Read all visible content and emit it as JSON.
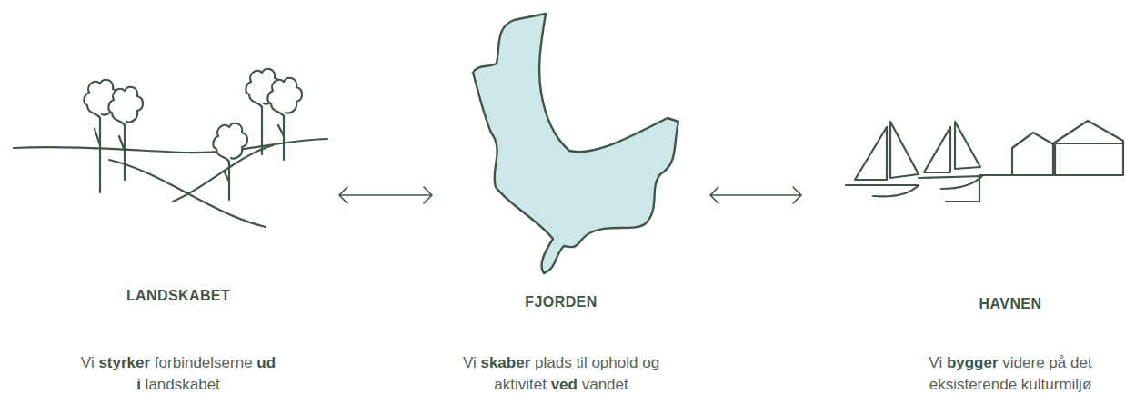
{
  "diagram": {
    "nodes": [
      {
        "text": [
          "LANDSKABET",
          "Vi styrker forbindelserne ud i landskabet"
        ]
      },
      {
        "text": [
          "FJORDEN",
          "Vi skaber plads til ophold og aktivitet ved vandet"
        ]
      },
      {
        "text": [
          "HAVNEN",
          "Vi bygger videre på det eksisterende kulturmiljø"
        ]
      }
    ],
    "edges": [
      {
        "from": 0,
        "to": 1,
        "arrow": "both"
      },
      {
        "from": 1,
        "to": 2,
        "arrow": "both"
      }
    ]
  }
}
